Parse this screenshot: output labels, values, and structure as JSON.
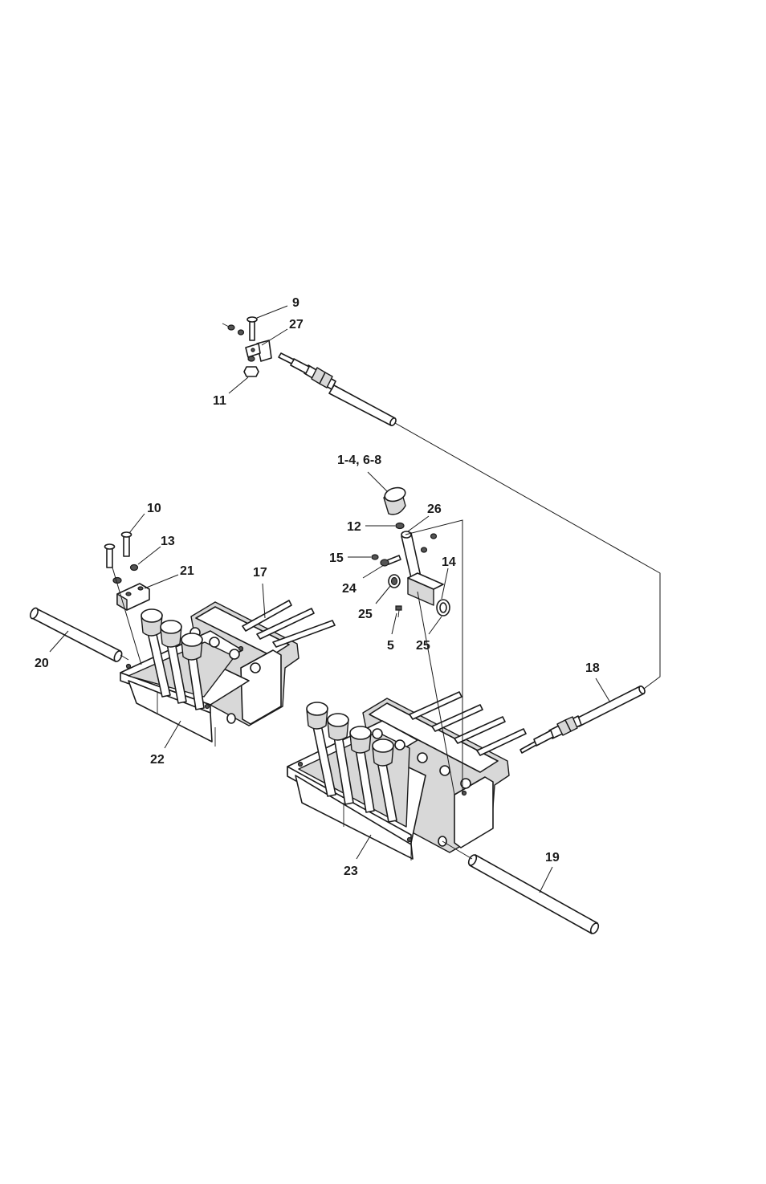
{
  "diagram": {
    "type": "exploded-parts-view",
    "callouts": [
      "9",
      "27",
      "11",
      "1-4, 6-8",
      "26",
      "12",
      "15",
      "14",
      "24",
      "25",
      "25",
      "5",
      "10",
      "13",
      "21",
      "17",
      "20",
      "22",
      "18",
      "23",
      "19"
    ]
  }
}
